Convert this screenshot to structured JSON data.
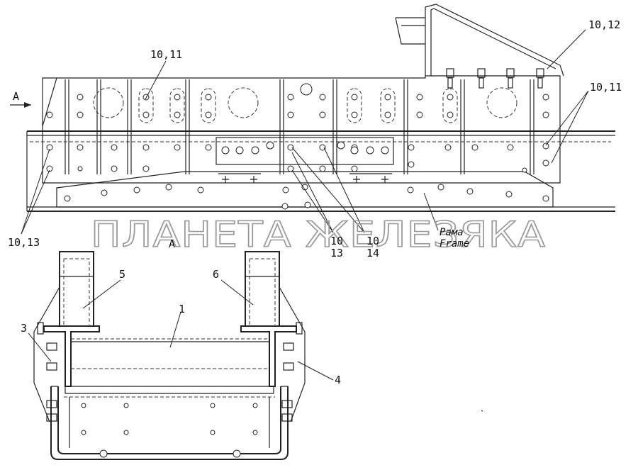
{
  "labels": {
    "view_arrow": "A",
    "view_section": "A",
    "callout_10_12": "10,12",
    "callout_10_11_top": "10,11",
    "callout_10_11_right": "10,11",
    "callout_10_13": "10,13",
    "callout_10_13_stack_a": "10",
    "callout_10_13_stack_b": "13",
    "callout_10_14_stack_a": "10",
    "callout_10_14_stack_b": "14",
    "part_1": "1",
    "part_3": "3",
    "part_4": "4",
    "part_5": "5",
    "part_6": "6",
    "frame_ru": "Рама",
    "frame_en": "Frame"
  },
  "watermark": "ПЛАНЕТА ЖЕЛЕЗЯКА"
}
